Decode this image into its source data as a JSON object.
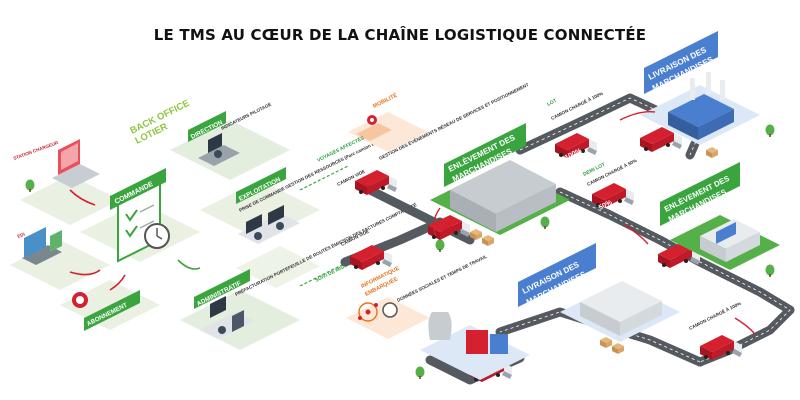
{
  "title": "LE TMS AU CŒUR DE LA CHAÎNE LOGISTIQUE CONNECTÉE",
  "colors": {
    "green": "#3aa53f",
    "blue": "#4a7fd0",
    "red": "#d4202f",
    "orange": "#e8731c",
    "road": "#555a60"
  },
  "left": {
    "station": "STATION CHARGEUR",
    "commande": "COMMANDE",
    "edi": "EDI",
    "abonnement": "ABONNEMENT"
  },
  "back_office": {
    "title_line1": "BACK OFFICE",
    "title_line2": "LOTIER",
    "direction": "DIRECTION",
    "direction_note": "INDICATEURS PILOTAGE",
    "exploitation": "EXPLOITATION",
    "exploitation_note": "PRISE DE COMMANDE GESTION DES RESSOURCES (Parc camion et conducteurs)",
    "administratif": "ADMINISTRATIF",
    "administratif_note": "PRÉFACTURATION PORTEFEUILLE DE ROUTES ÉMISSION DES FACTURES COMPTABILITÉ"
  },
  "middle": {
    "mobilite": "MOBILITÉ",
    "mobilite_note": "GESTION DES ÉVÉNEMENTS RÉSEAU DE SERVICES ET POSITIONNEMENT",
    "voyages": "VOYAGES AFFECTÉS",
    "camion_vide": "CAMION VIDE",
    "camion_vide2": "CAMION VIDE",
    "suivi": "SUIVI DE MISSION",
    "informatique_line1": "INFORMATIQUE",
    "informatique_line2": "EMBARQUÉE",
    "informatique_note": "DONNÉES SOCIALES ET TEMPS DE TRAVAIL"
  },
  "enlevement1": {
    "line1": "ENLÈVEMENT DES",
    "line2": "MARCHANDISES"
  },
  "enlevement2": {
    "line1": "ENLÈVEMENT DES",
    "line2": "MARCHANDISES"
  },
  "livraison1": {
    "line1": "LIVRAISON DES",
    "line2": "MARCHANDISES"
  },
  "livraison2": {
    "line1": "LIVRAISON DES",
    "line2": "MARCHANDISES"
  },
  "lot": {
    "label": "LOT",
    "note": "CAMION CHARGÉ À 100%",
    "badge": "100%"
  },
  "demi_lot": {
    "label": "DEMI LOT",
    "note": "CAMION CHARGÉ À 50%",
    "badge": "50%"
  },
  "camion_charge": {
    "note": "CAMION CHARGÉ À 100%"
  }
}
